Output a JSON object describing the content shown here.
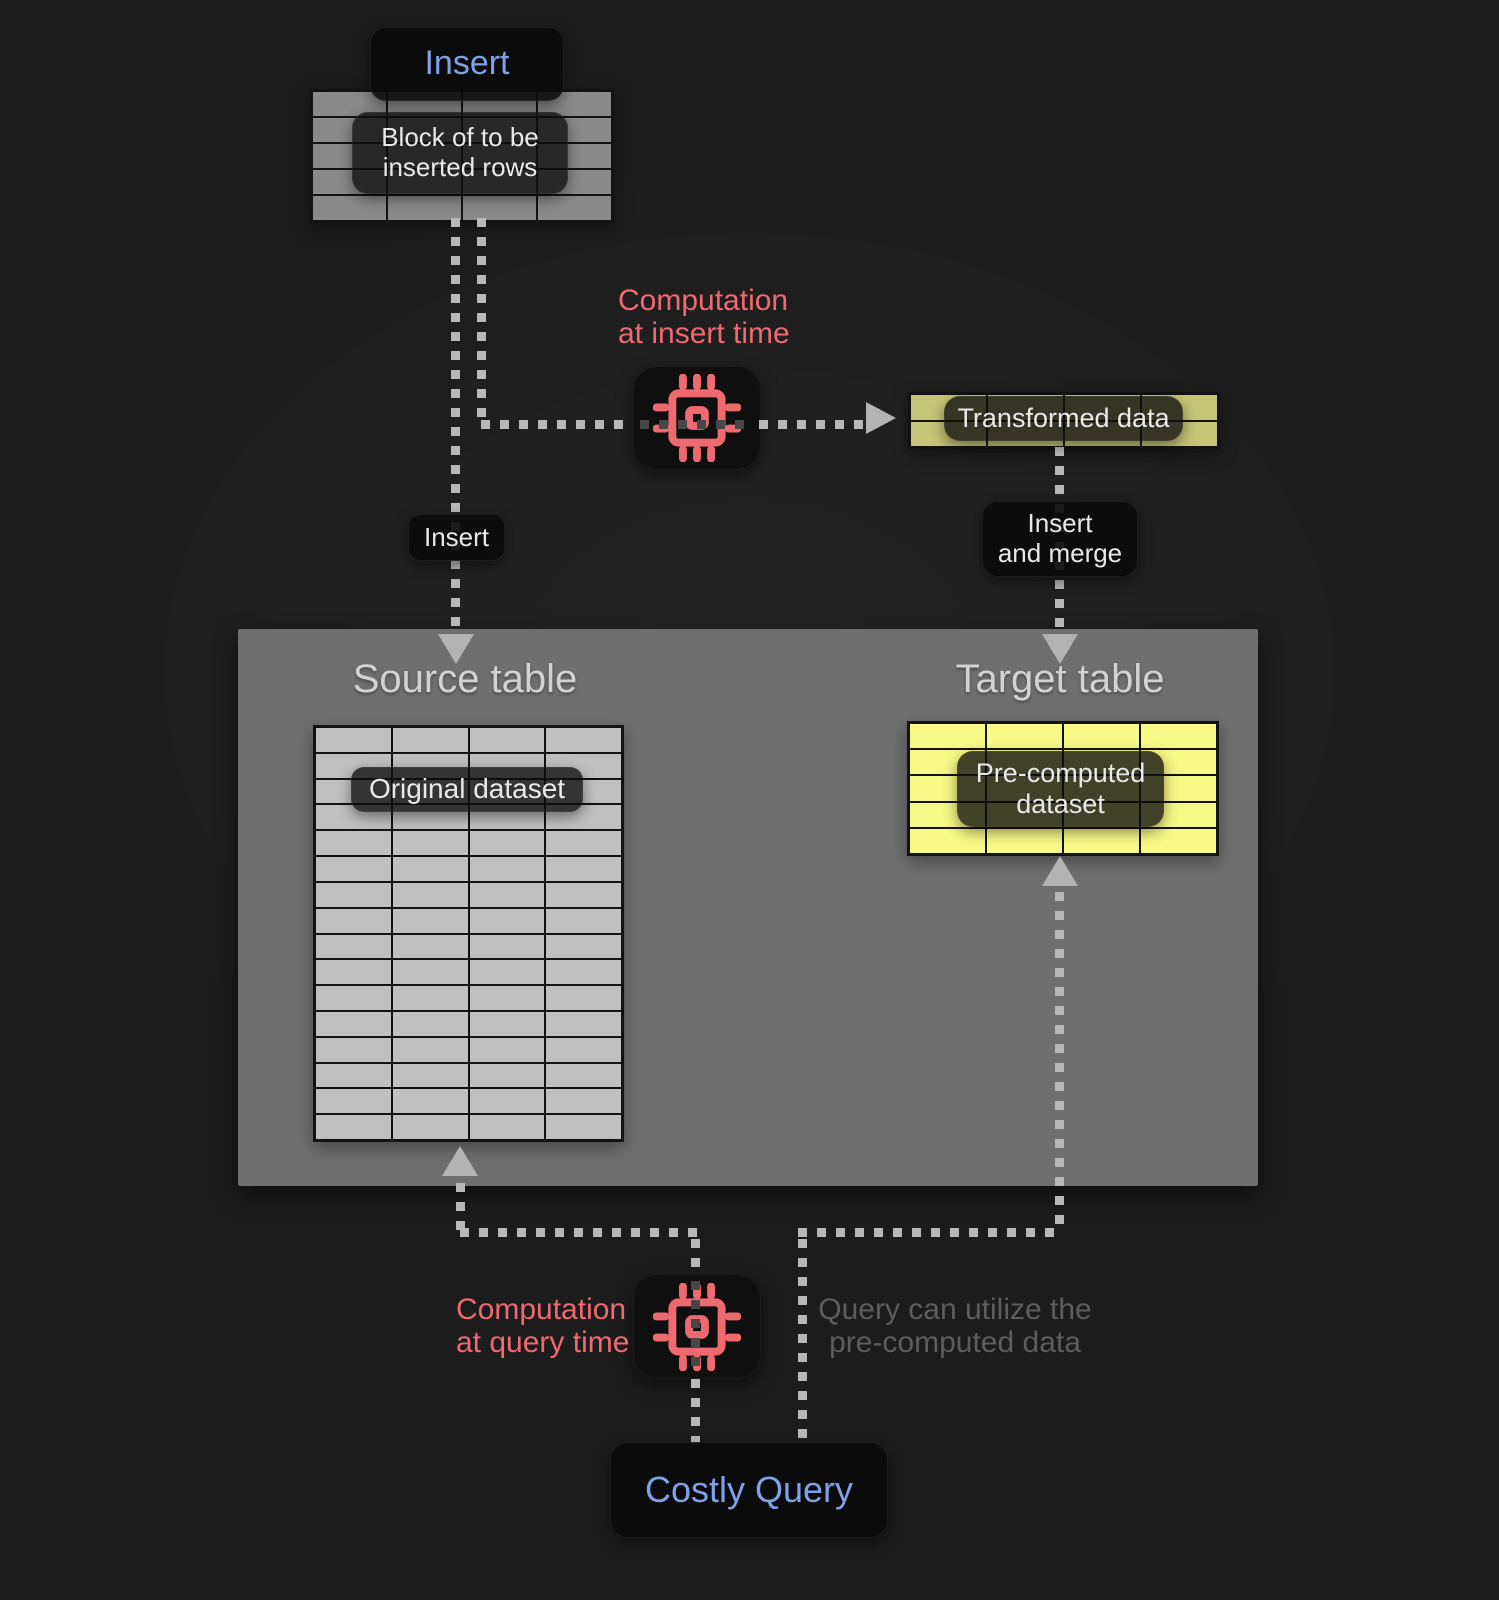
{
  "colors": {
    "background": "#1c1c1c",
    "panel_gray": "#6f6f6f",
    "cell_light": "#c0c0c0",
    "cell_mid": "#8a8a8a",
    "cell_yellow": "#f8f886",
    "cell_olive": "#c6c577",
    "dot": "#b8b8b8",
    "arrow_gray": "#b3b3b3",
    "accent_red": "#ee6970",
    "accent_blue": "#7da2e8",
    "title_gray": "#d2d2d2",
    "label_text": "#e9e9e9",
    "note_gray": "#5d5d5d"
  },
  "flow": {
    "insert_action": {
      "label": "Insert"
    },
    "insert_block": {
      "caption": "Block of to be inserted rows",
      "rows": 5,
      "cols": 4
    },
    "computation_insert": {
      "line1": "Computation",
      "line2": "at insert time",
      "icon": "cpu-icon"
    },
    "transformed": {
      "caption": "Transformed data",
      "rows": 2,
      "cols": 4
    },
    "edge_insert": {
      "label": "Insert"
    },
    "edge_insert_merge": {
      "line1": "Insert",
      "line2": "and merge"
    },
    "panel": {
      "source": {
        "title": "Source table",
        "caption": "Original dataset",
        "rows": 16,
        "cols": 4
      },
      "target": {
        "title": "Target table",
        "caption_line1": "Pre-computed",
        "caption_line2": "dataset",
        "rows": 5,
        "cols": 4
      }
    },
    "computation_query": {
      "line1": "Computation",
      "line2": "at query time",
      "icon": "cpu-icon"
    },
    "query_note": {
      "line1": "Query can utilize the",
      "line2": "pre-computed data"
    },
    "costly_query": {
      "label": "Costly Query"
    }
  }
}
